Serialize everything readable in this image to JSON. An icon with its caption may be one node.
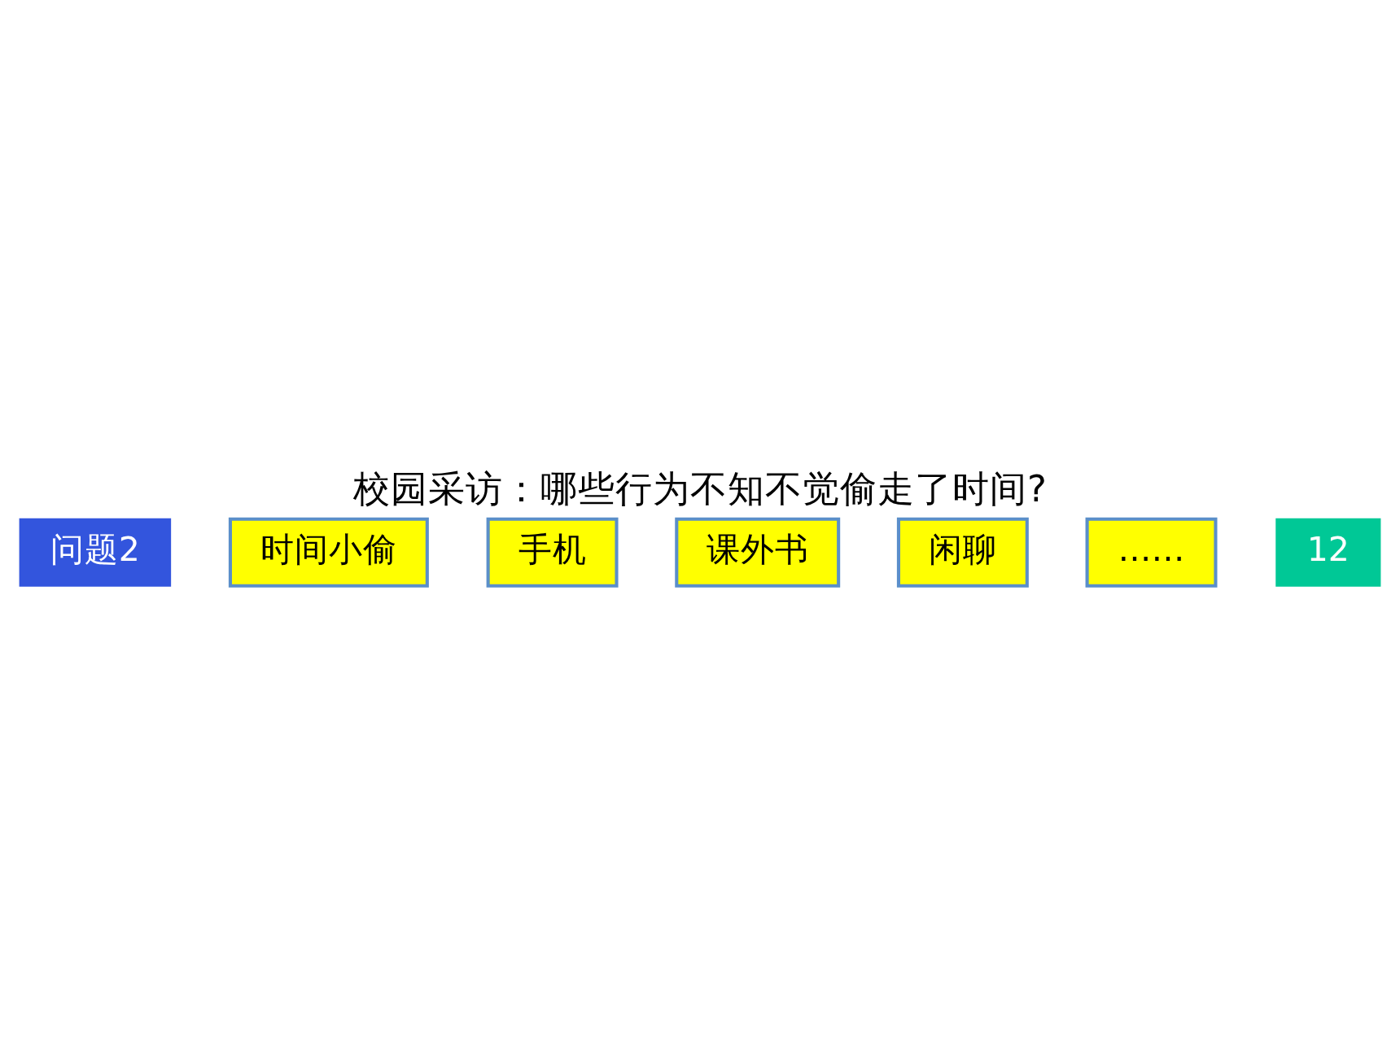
{
  "diagram": {
    "title": "校园采访：哪些行为不知不觉偷走了时间?",
    "nodes": [
      {
        "text": [
          "问题2"
        ]
      },
      {
        "text": [
          "时间小偷"
        ]
      },
      {
        "text": [
          "手机"
        ]
      },
      {
        "text": [
          "课外书"
        ]
      },
      {
        "text": [
          "闲聊"
        ]
      },
      {
        "text": [
          "……"
        ]
      },
      {
        "text": [
          "12"
        ]
      }
    ],
    "edges": []
  }
}
